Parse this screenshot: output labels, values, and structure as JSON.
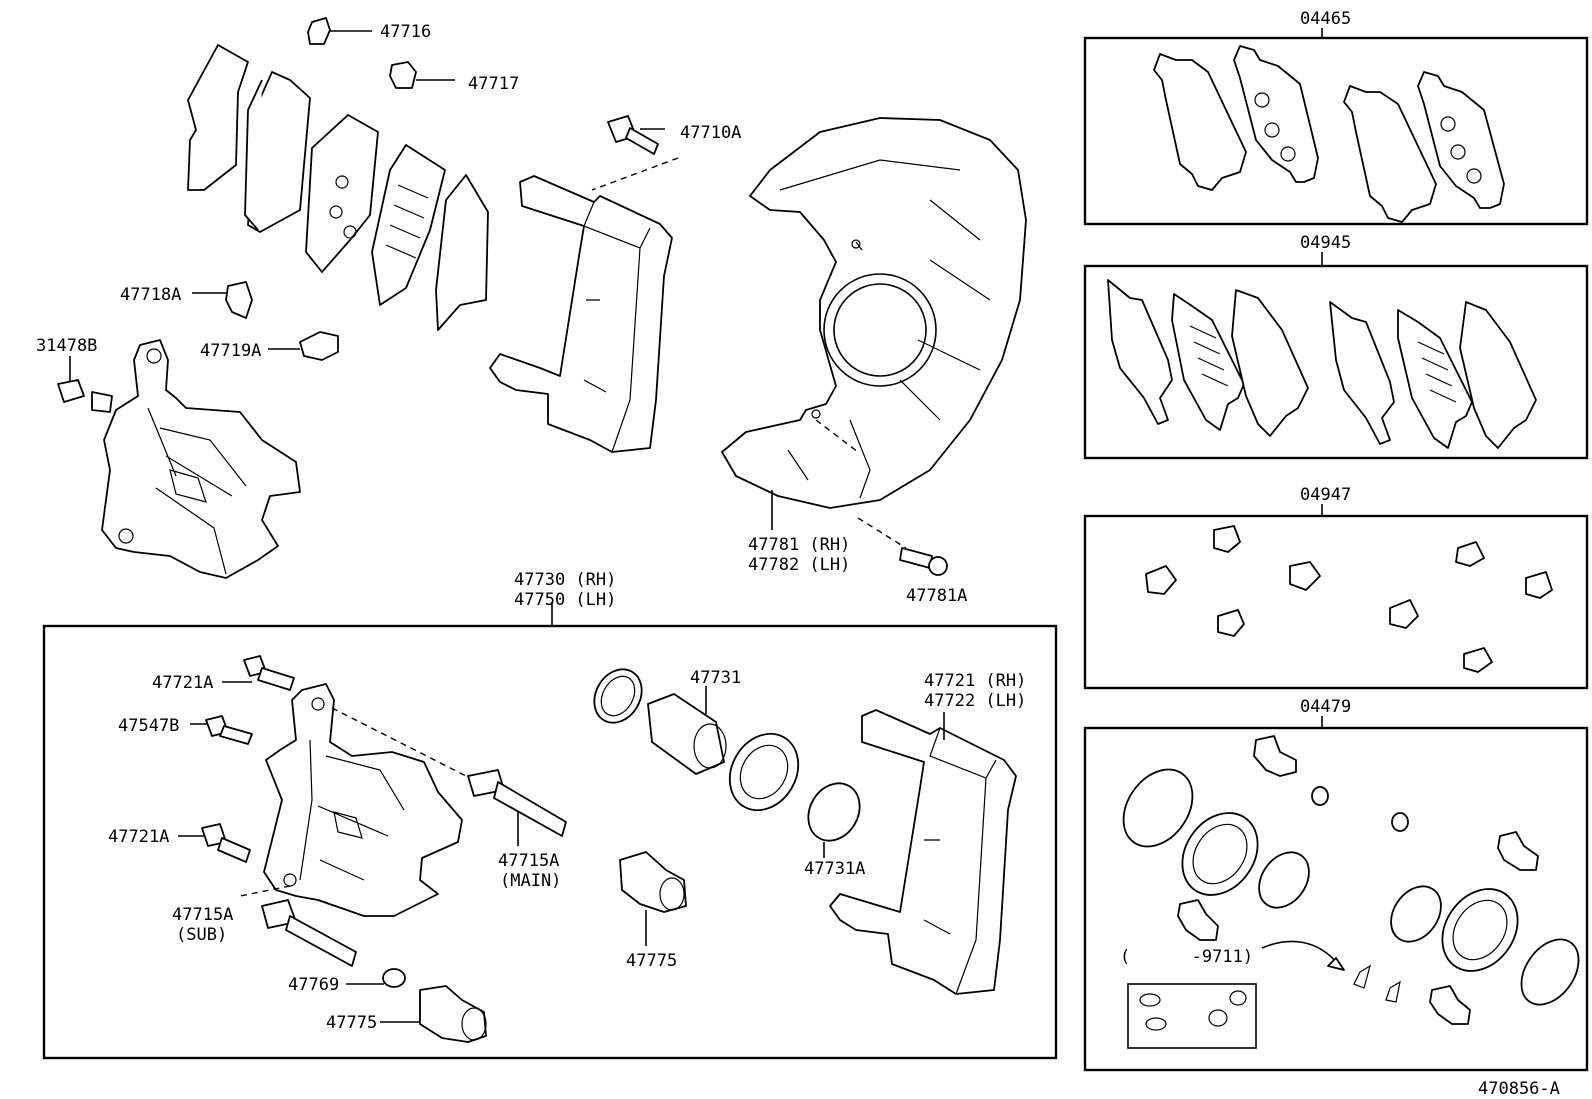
{
  "labels": {
    "p47716": "47716",
    "p47717": "47717",
    "p47710A": "47710A",
    "p47718A": "47718A",
    "p47719A": "47719A",
    "p31478B": "31478B",
    "p47781_rh": "47781 (RH)",
    "p47782_lh": "47782 (LH)",
    "p47781A": "47781A",
    "p47730_rh": "47730 (RH)",
    "p47750_lh": "47750 (LH)",
    "p47721A_1": "47721A",
    "p47547B": "47547B",
    "p47721A_2": "47721A",
    "p47715A_sub": "47715A",
    "sub": "(SUB)",
    "p47769": "47769",
    "p47775_1": "47775",
    "p47715A_main": "47715A",
    "main": "(MAIN)",
    "p47731": "47731",
    "p47731A": "47731A",
    "p47775_2": "47775",
    "p47721_rh": "47721 (RH)",
    "p47722_lh": "47722 (LH)",
    "k04465": "04465",
    "k04945": "04945",
    "k04947": "04947",
    "k04479": "04479",
    "range": "(      -9711)",
    "ref": "470856-A"
  }
}
